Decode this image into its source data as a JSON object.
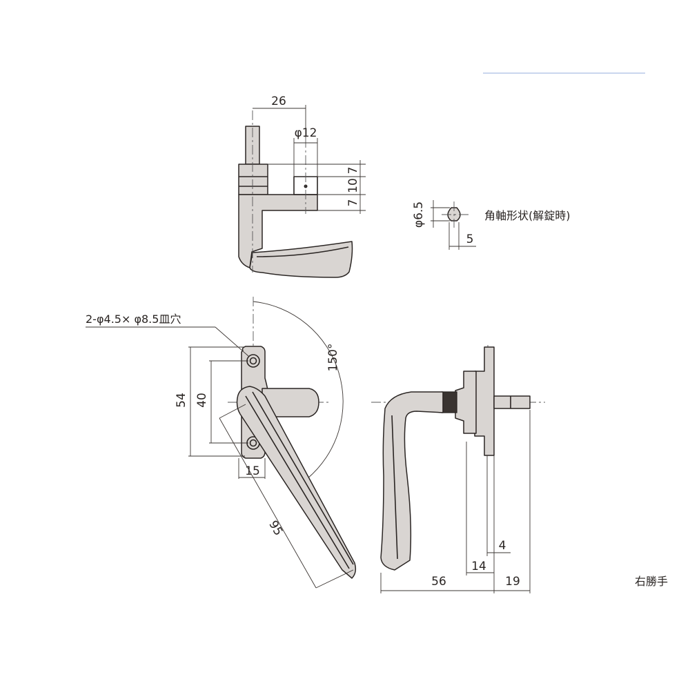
{
  "top_view": {
    "dim_width": "26",
    "dim_boss_dia": "φ12",
    "dim_upper": "7",
    "dim_middle": "10",
    "dim_lower": "7"
  },
  "shaft_profile": {
    "dim_diameter": "φ6.5",
    "dim_flat": "5",
    "caption": "角軸形状(解錠時)"
  },
  "front_view": {
    "hole_note": "2-φ4.5× φ8.5皿穴",
    "dim_outer_height": "54",
    "dim_hole_pitch": "40",
    "dim_base_width": "15",
    "dim_lever_length": "95",
    "dim_rotation": "150°"
  },
  "side_view": {
    "dim_4": "4",
    "dim_14": "14",
    "dim_56": "56",
    "dim_19": "19"
  },
  "hand_label": "右勝手",
  "colors": {
    "ink": "#2a2523",
    "metal": "#d9d5d2",
    "accent_line": "#c9d6ee"
  }
}
